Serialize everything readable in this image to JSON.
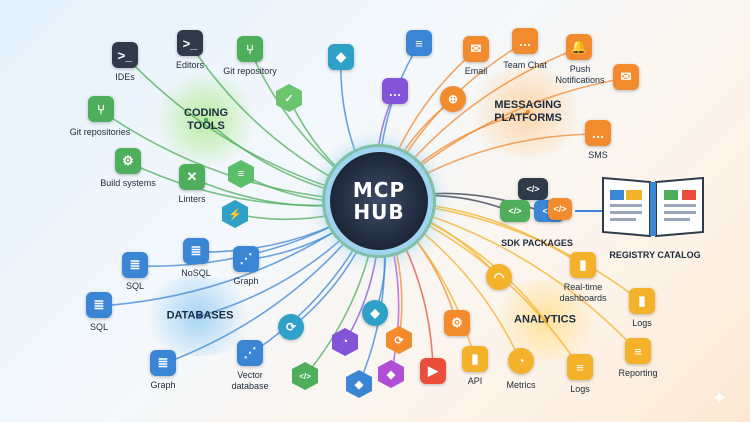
{
  "hub": {
    "line1": "MCP",
    "line2": "HUB"
  },
  "categories": {
    "coding_tools": {
      "line1": "CODING",
      "line2": "TOOLS"
    },
    "messaging": {
      "line1": "MESSAGING",
      "line2": "PLATFORMS"
    },
    "databases": {
      "label": "DATABASES"
    },
    "analytics": {
      "label": "ANALYTICS"
    }
  },
  "coding_items": {
    "ides": "IDEs",
    "editors": "Editors",
    "git_repository": "Git repository",
    "git_repositories": "Git repositories",
    "build_systems": "Build systems",
    "linters": "Linters"
  },
  "messaging_items": {
    "email": "Email",
    "team_chat": "Team Chat",
    "push": "Push\nNotifications",
    "sms": "SMS"
  },
  "sdk": {
    "label": "SDK PACKAGES"
  },
  "registry": {
    "label": "REGISTRY CATALOG"
  },
  "database_items": {
    "sql_1": "SQL",
    "nosql": "NoSQL",
    "graph_1": "Graph",
    "sql_2": "SQL",
    "graph_2": "Graph",
    "vector": "Vector\ndatabase"
  },
  "analytics_items": {
    "realtime": "Real-time\ndashboards",
    "logs_1": "Logs",
    "api": "API",
    "metrics": "Metrics",
    "logs_2": "Logs",
    "reporting": "Reporting"
  },
  "icons": {
    "terminal": ">_",
    "git": "⑂",
    "gear": "⚙",
    "linter": "✕",
    "doc": "≡",
    "bolt": "⚡",
    "mail": "✉",
    "chat": "…",
    "bell": "🔔",
    "code": "</>",
    "db": "≣",
    "graph": "⋰",
    "bars": "▮",
    "pie": "◔",
    "check": "✓",
    "globe": "⊕",
    "sync": "⟳",
    "gauge": "◠",
    "play": "▶",
    "diamond": "◆"
  },
  "colors": {
    "coding": "#4fae5b",
    "messaging": "#f28a2e",
    "databases": "#3a86d4",
    "analytics": "#f4b22a",
    "hub": "#1d2638"
  }
}
